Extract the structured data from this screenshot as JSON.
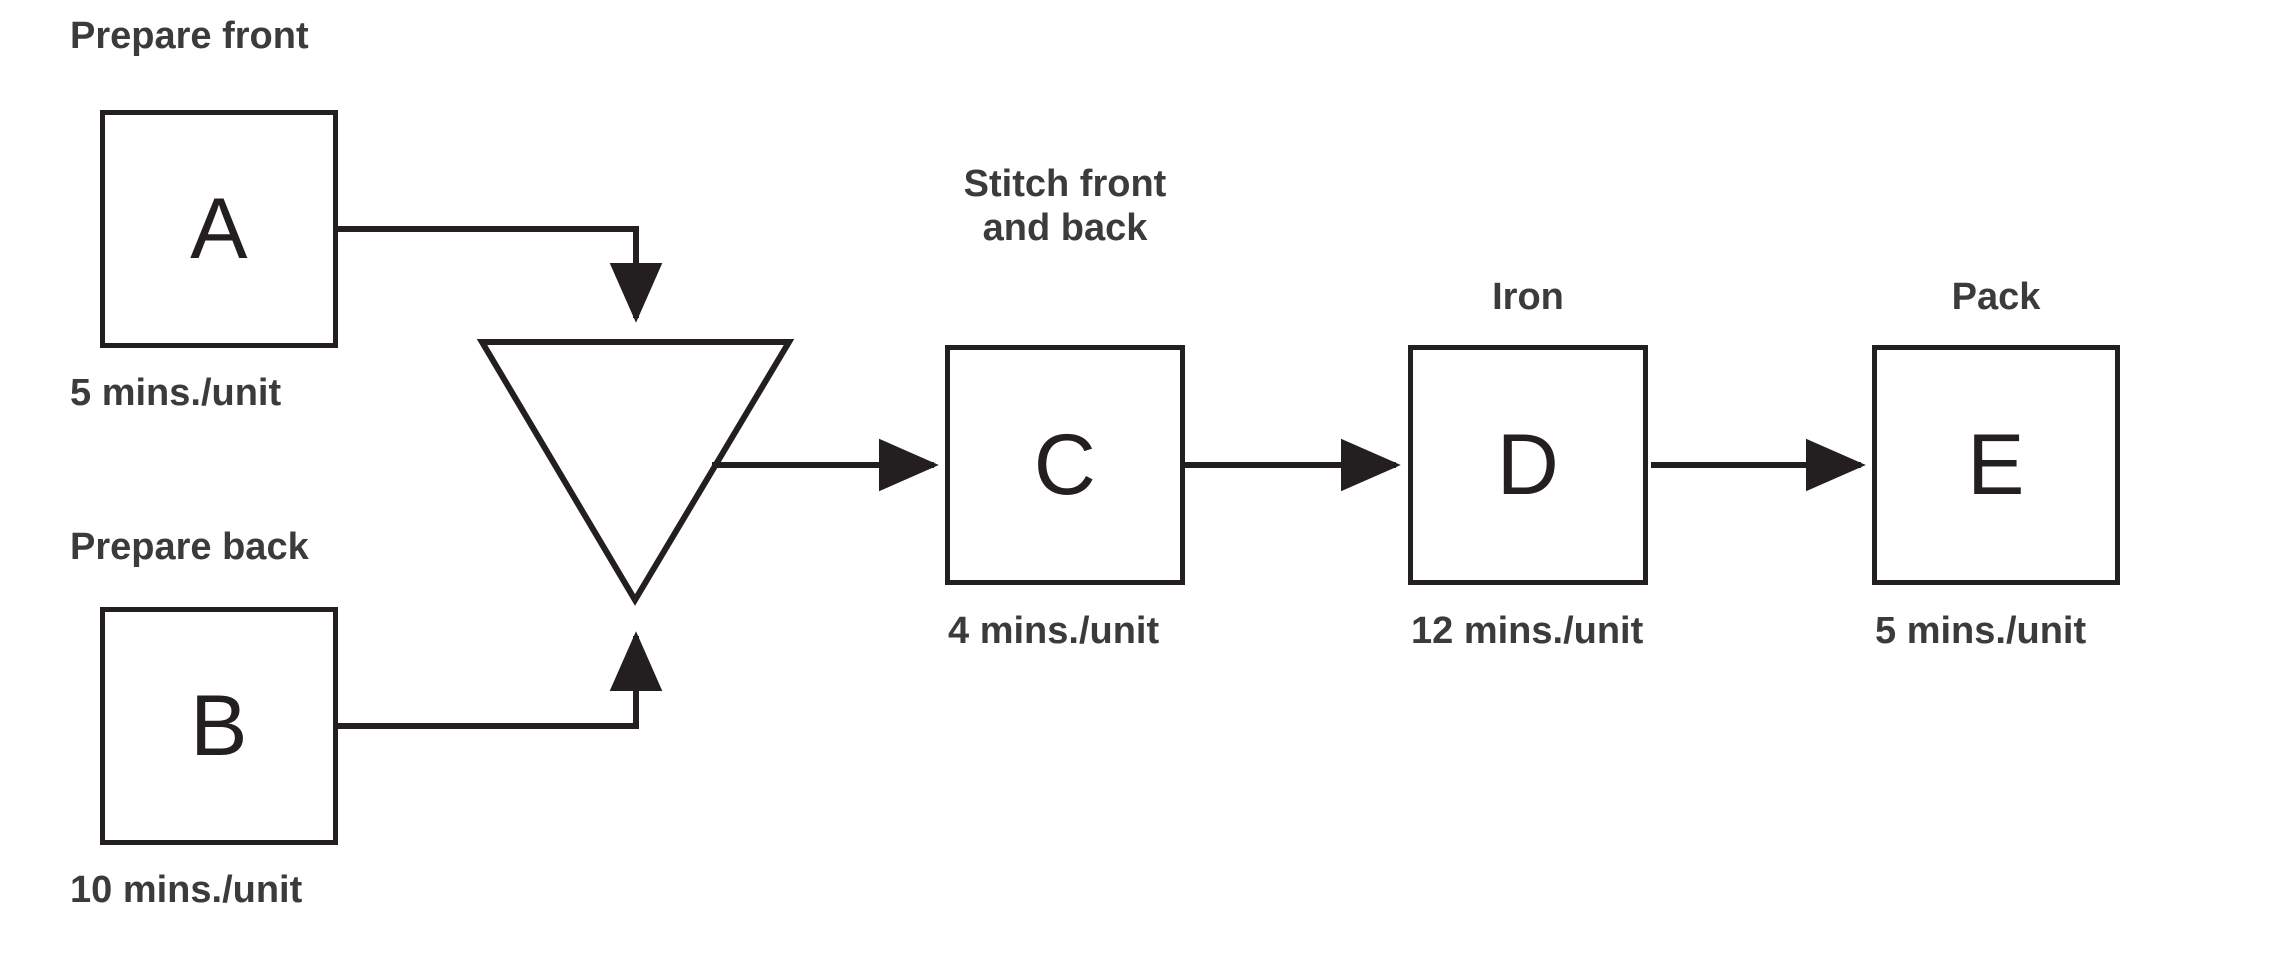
{
  "diagram": {
    "type": "process-flow",
    "title": "",
    "background_color": "#ffffff",
    "line_color": "#231f20",
    "text_color": "#3b3b3d",
    "time_unit_label": "mins./unit",
    "nodes": [
      {
        "id": "A",
        "letter": "A",
        "caption": "Prepare front",
        "time": "5 mins./unit",
        "time_value": 5,
        "shape": "rectangle"
      },
      {
        "id": "B",
        "letter": "B",
        "caption": "Prepare back",
        "time": "10 mins./unit",
        "time_value": 10,
        "shape": "rectangle"
      },
      {
        "id": "buffer",
        "letter": "",
        "caption": "",
        "time": "",
        "shape": "inverted-triangle"
      },
      {
        "id": "C",
        "letter": "C",
        "caption": "Stitch front\nand back",
        "time": "4 mins./unit",
        "time_value": 4,
        "shape": "rectangle"
      },
      {
        "id": "D",
        "letter": "D",
        "caption": "Iron",
        "time": "12 mins./unit",
        "time_value": 12,
        "shape": "rectangle"
      },
      {
        "id": "E",
        "letter": "E",
        "caption": "Pack",
        "time": "5 mins./unit",
        "time_value": 5,
        "shape": "rectangle"
      }
    ],
    "edges": [
      {
        "from": "A",
        "to": "buffer",
        "style": "elbow-right-down",
        "arrowhead": true
      },
      {
        "from": "B",
        "to": "buffer",
        "style": "elbow-right-up",
        "arrowhead": true
      },
      {
        "from": "buffer",
        "to": "C",
        "style": "straight-right",
        "arrowhead": true
      },
      {
        "from": "C",
        "to": "D",
        "style": "straight-right",
        "arrowhead": true
      },
      {
        "from": "D",
        "to": "E",
        "style": "straight-right",
        "arrowhead": true
      }
    ]
  }
}
